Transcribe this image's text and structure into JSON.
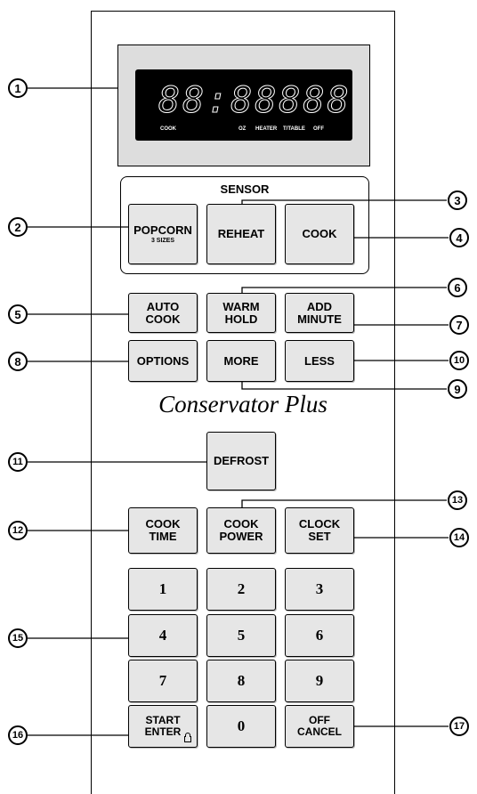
{
  "display": {
    "digits": "88:88888",
    "labels": [
      "COOK",
      "OZ",
      "HEATER",
      "T/TABLE",
      "OFF"
    ]
  },
  "sensor": {
    "title": "SENSOR"
  },
  "buttons": {
    "popcorn": "POPCORN",
    "popcorn_sub": "3 SIZES",
    "reheat": "REHEAT",
    "cook": "COOK",
    "auto_cook_1": "AUTO",
    "auto_cook_2": "COOK",
    "warm_hold_1": "WARM",
    "warm_hold_2": "HOLD",
    "add_minute_1": "ADD",
    "add_minute_2": "MINUTE",
    "options": "OPTIONS",
    "more": "MORE",
    "less": "LESS",
    "defrost": "DEFROST",
    "cook_time_1": "COOK",
    "cook_time_2": "TIME",
    "cook_power_1": "COOK",
    "cook_power_2": "POWER",
    "clock_set_1": "CLOCK",
    "clock_set_2": "SET",
    "start_1": "START",
    "start_2": "ENTER",
    "off_1": "OFF",
    "off_2": "CANCEL"
  },
  "keypad": [
    "1",
    "2",
    "3",
    "4",
    "5",
    "6",
    "7",
    "8",
    "9",
    "0"
  ],
  "brand": "Conservator Plus",
  "callouts": [
    "1",
    "2",
    "3",
    "4",
    "5",
    "6",
    "7",
    "8",
    "9",
    "10",
    "11",
    "12",
    "13",
    "14",
    "15",
    "16",
    "17"
  ]
}
